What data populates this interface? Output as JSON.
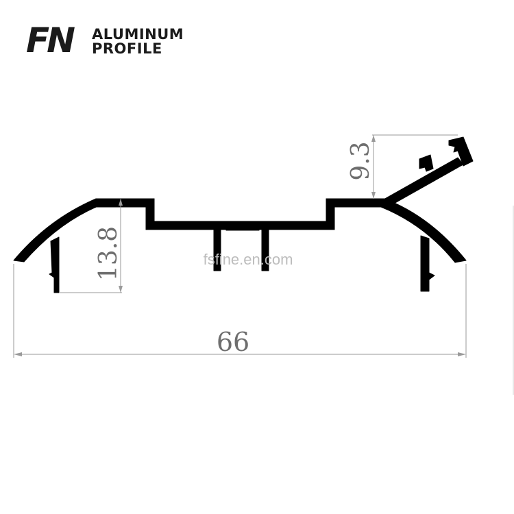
{
  "brand": {
    "mark": "FN",
    "line1": "ALUMINUM",
    "line2": "PROFILE"
  },
  "dimensions": {
    "width": "66",
    "height_left": "13.8",
    "height_right": "9.3"
  },
  "watermark": "fsfine.en.com",
  "colors": {
    "profile": "#000000",
    "dimension": "#9a9a9a",
    "text": "#6e6e6e"
  }
}
